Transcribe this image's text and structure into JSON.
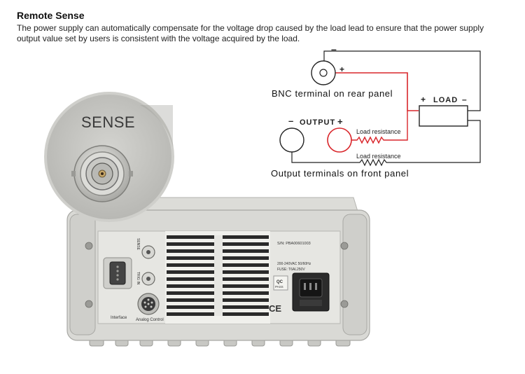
{
  "heading": "Remote Sense",
  "description": "The power supply can automatically compensate for the voltage drop caused by the load lead to ensure that the power supply output value set by users is consistent with the voltage acquired by the load.",
  "diagram": {
    "bnc_label": "BNC terminal on rear panel",
    "bnc_minus": "–",
    "bnc_plus": "+",
    "load_label": "LOAD",
    "load_plus": "+",
    "load_minus": "–",
    "output_label": "OUTPUT",
    "output_minus": "–",
    "output_plus": "+",
    "load_resistance_1": "Load resistance",
    "load_resistance_2": "Load resistance",
    "front_label": "Output terminals on front panel",
    "wire_red": "#d9262b",
    "wire_dark": "#222222"
  },
  "photo": {
    "sense_label": "SENSE",
    "serial_label": "S/N: PBA00601003",
    "rating_label": "200-240VAC 50/60Hz",
    "fuse_label": "FUSE: T6AL250V",
    "qc_label": "QC",
    "pass_label": "PASS",
    "ce_label": "CE",
    "interface_label": "Interface",
    "analog_label": "Analog Control",
    "trig_label": "TRIG IN",
    "sense_small_label": "SENSE"
  }
}
